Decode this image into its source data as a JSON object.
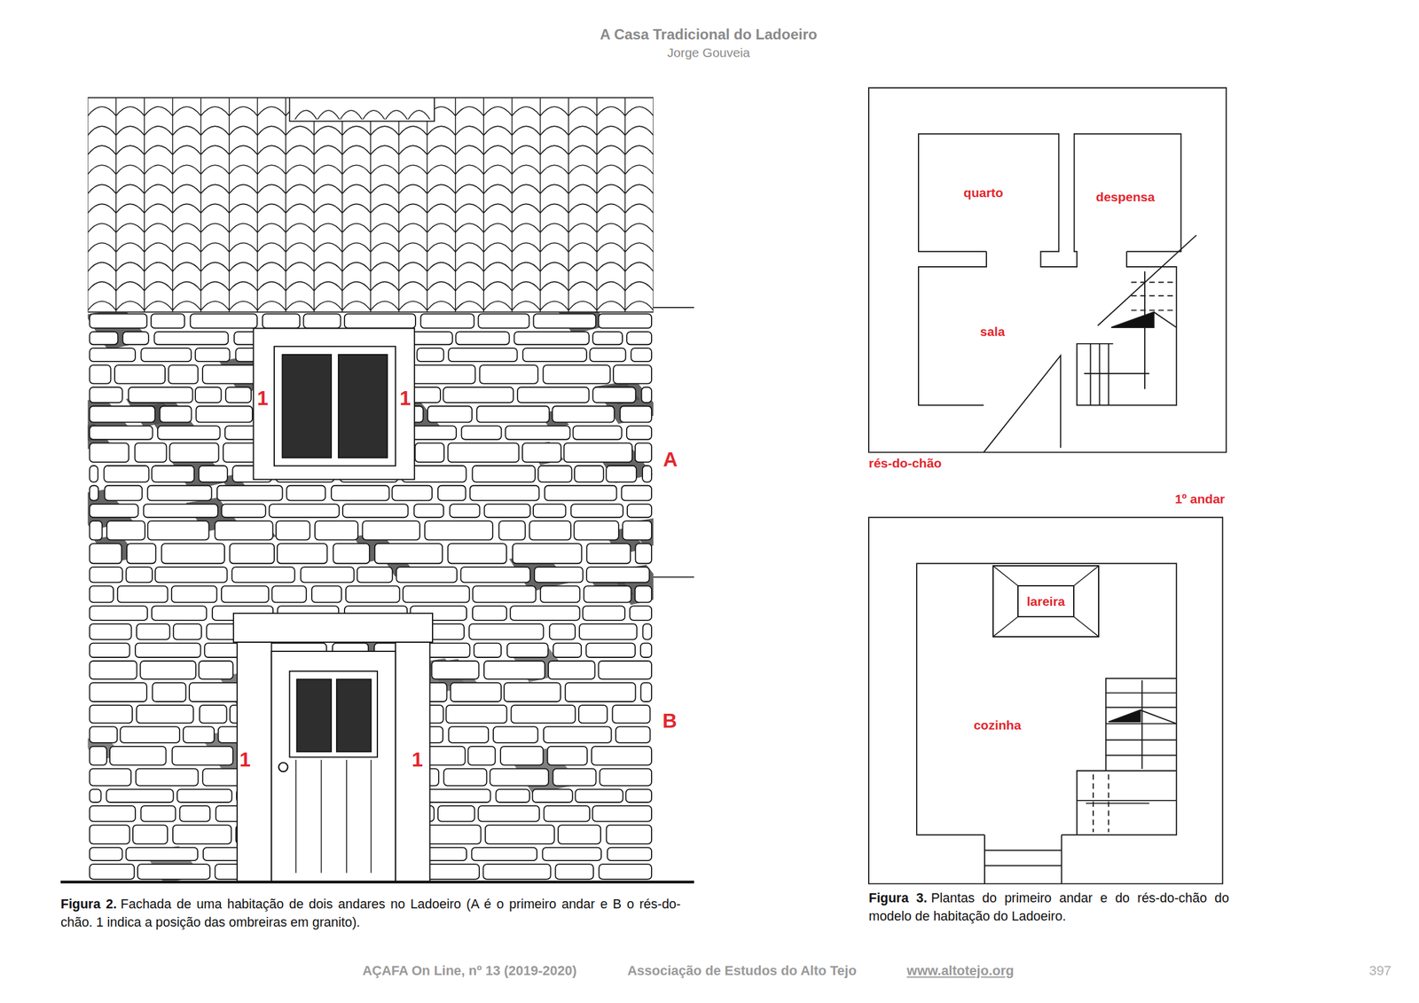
{
  "diagram": {
    "title": "A Casa Tradicional do Ladoeiro",
    "nodes": [
      {
        "text": [
          "lareira"
        ]
      }
    ],
    "labels": [
      "Jorge Gouveia",
      "1",
      "1",
      "A",
      "1",
      "1",
      "B",
      "quarto",
      "despensa",
      "sala",
      "rés-do-chão",
      "1º andar",
      "cozinha",
      "Figura 2.",
      "Fachada de uma habitação de dois andares no Ladoeiro (A é o primeiro andar e B o rés-do-chão. 1 indica a posição das ombreiras em granito).",
      "Figura 3.",
      "Plantas do primeiro andar e do rés-do-chão do modelo de habitação do Ladoeiro.",
      "AÇAFA On Line, nº 13 (2019-2020)",
      "Associação de Estudos do Alto Tejo",
      "www.altotejo.org",
      "397"
    ]
  }
}
